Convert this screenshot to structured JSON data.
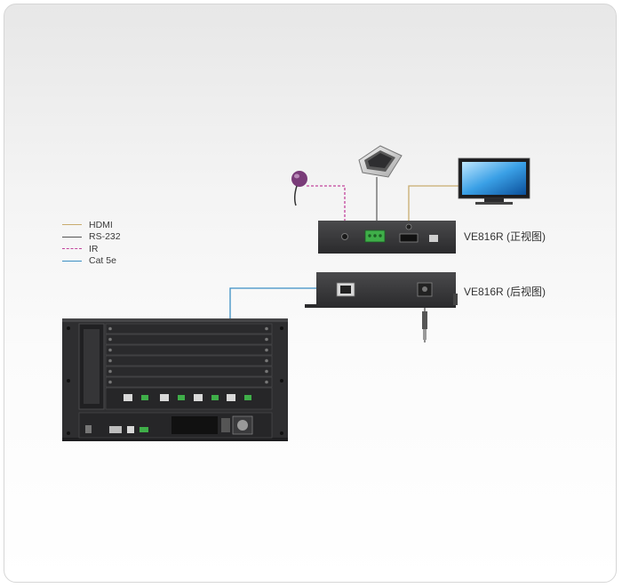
{
  "legend": [
    {
      "label": "HDMI",
      "color": "#c8ac6e",
      "style": "solid"
    },
    {
      "label": "RS-232",
      "color": "#555555",
      "style": "solid"
    },
    {
      "label": "IR",
      "color": "#c2449c",
      "style": "dashed"
    },
    {
      "label": "Cat 5e",
      "color": "#3c8fc4",
      "style": "solid"
    }
  ],
  "devices": {
    "front_label": "VE816R (正视图)",
    "rear_label": "VE816R (后视图)"
  },
  "colors": {
    "chassis": "#2e2e30",
    "device_body": "#3a3a3c",
    "connector_green": "#3fae49"
  }
}
